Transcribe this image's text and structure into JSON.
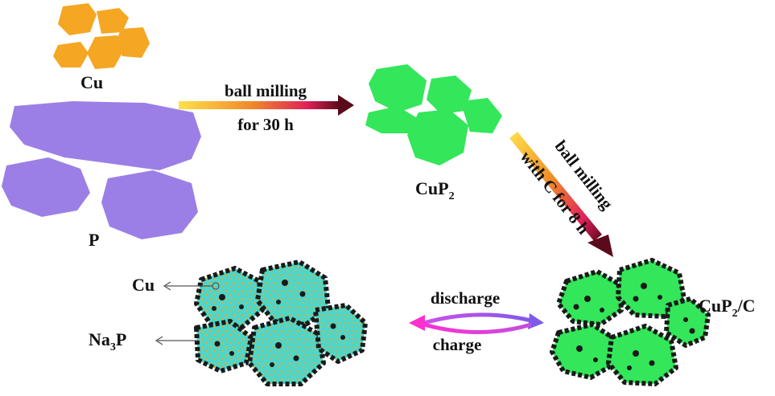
{
  "labels": {
    "cu_top": "Cu",
    "p": "P",
    "step1_line1": "ball milling",
    "step1_line2": "for 30 h",
    "cup2_base": "CuP",
    "cup2_sub": "2",
    "step2_line1": "ball milling",
    "step2_line2": "with C for 8 h",
    "cup2c_base": "CuP",
    "cup2c_sub": "2",
    "cup2c_tail": "/C",
    "discharge": "discharge",
    "charge": "charge",
    "cu_bottom": "Cu",
    "na3p_base": "Na",
    "na3p_sub": "3",
    "na3p_tail": "P"
  },
  "colors": {
    "cu": "#f5a623",
    "p": "#9b7fe6",
    "cup2": "#33e65a",
    "na3p": "#4fd6c8",
    "carbon": "#1a1a1a",
    "discharge_arrow": "#e23fd6",
    "charge_arrow": "#a06ae0"
  }
}
